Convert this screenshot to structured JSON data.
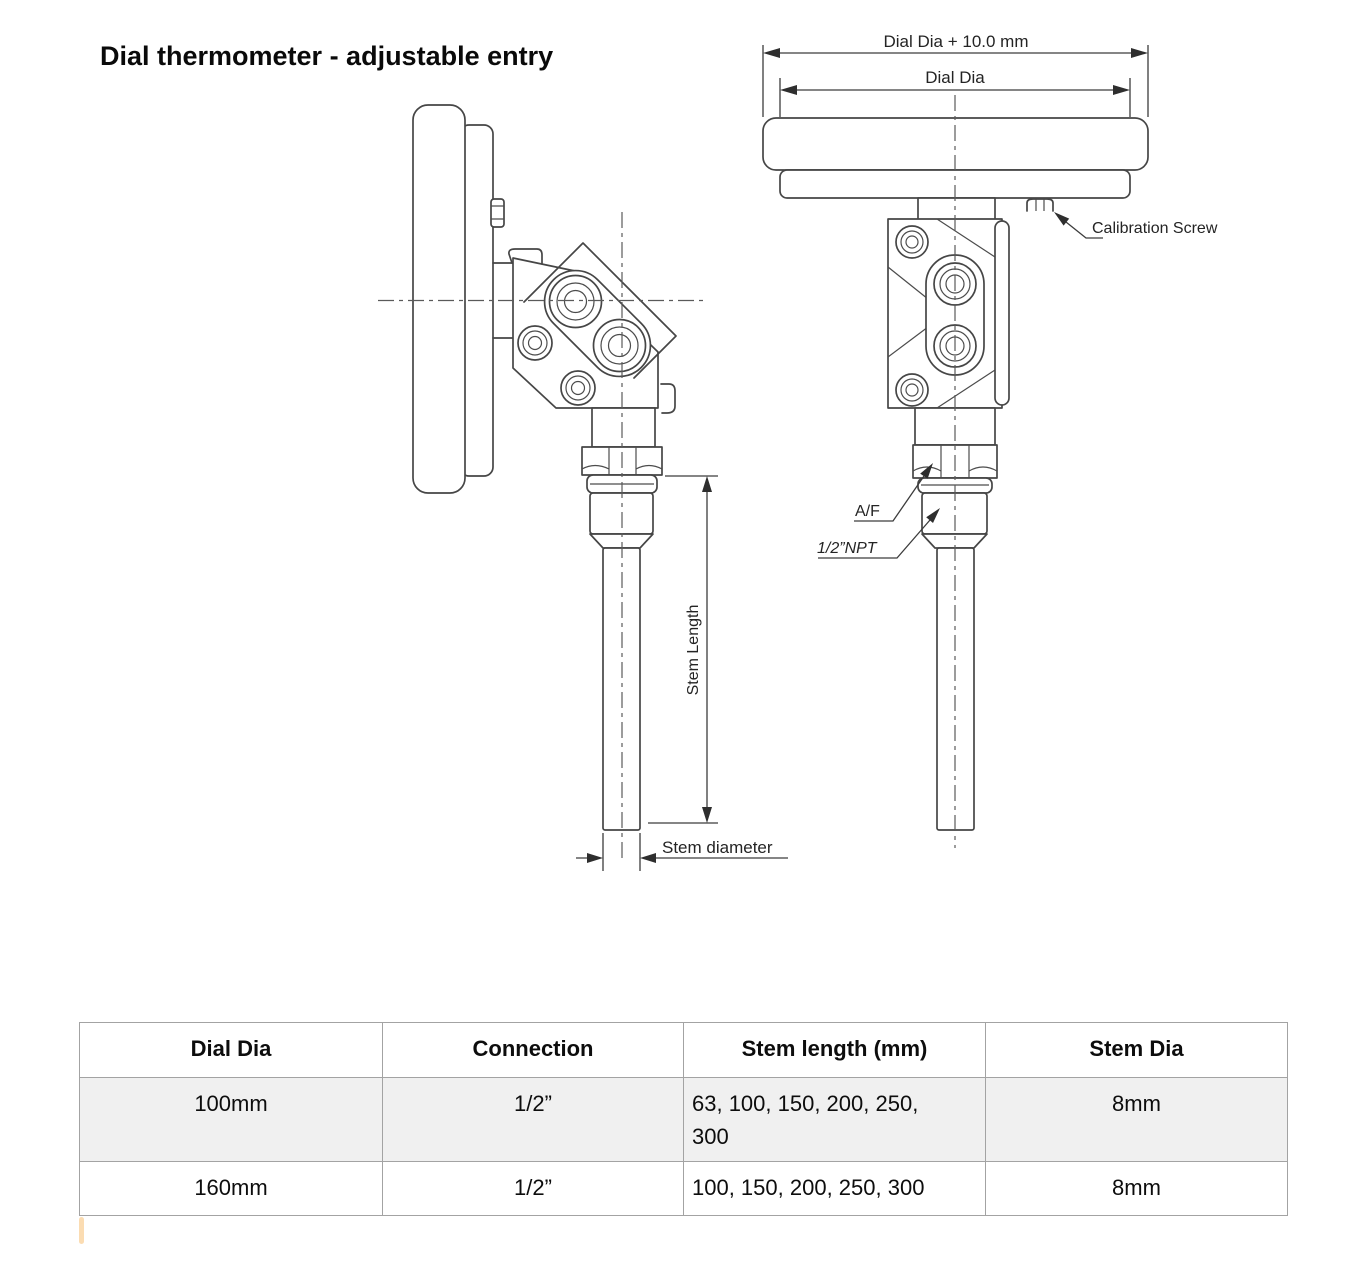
{
  "title": "Dial thermometer - adjustable entry",
  "diagram": {
    "dial_dia_plus": "Dial Dia + 10.0 mm",
    "dial_dia": "Dial Dia",
    "calibration_screw": "Calibration Screw",
    "af": "A/F",
    "npt": "1/2”NPT",
    "stem_length": "Stem Length",
    "stem_diameter": "Stem diameter"
  },
  "table": {
    "headers": [
      "Dial Dia",
      "Connection",
      "Stem length (mm)",
      "Stem Dia"
    ],
    "rows": [
      [
        "100mm",
        "1/2”",
        "63, 100, 150, 200, 250,\n300",
        "8mm"
      ],
      [
        "160mm",
        "1/2”",
        "100, 150, 200, 250, 300",
        "8mm"
      ]
    ]
  },
  "colors": {
    "line": "#464646",
    "row_alt_bg": "#f0f0f0",
    "table_border": "#a3a3a3",
    "cursor_bar": "#fbdcb2"
  }
}
